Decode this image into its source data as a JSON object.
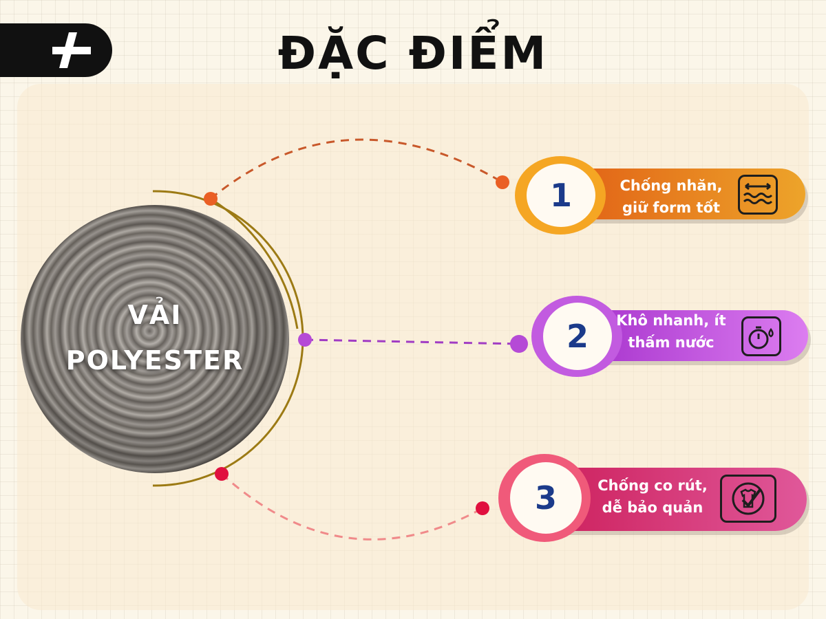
{
  "title": "ĐẶC ĐIỂM",
  "center": {
    "line1": "VẢI",
    "line2": "POLYESTER"
  },
  "colors": {
    "item1": "#e8721e",
    "item2": "#b54ad6",
    "item3": "#d6306a",
    "number": "#1b3a8a",
    "arc": "#9c7a14"
  },
  "items": [
    {
      "number": "1",
      "line1": "Chống nhăn,",
      "line2": "giữ form tốt",
      "icon": "stretch-fabric-icon"
    },
    {
      "number": "2",
      "line1": "Khô nhanh, ít",
      "line2": "thấm nước",
      "icon": "quick-dry-timer-icon"
    },
    {
      "number": "3",
      "line1": "Chống co rút,",
      "line2": "dễ bảo quản",
      "icon": "shirt-check-icon"
    }
  ]
}
